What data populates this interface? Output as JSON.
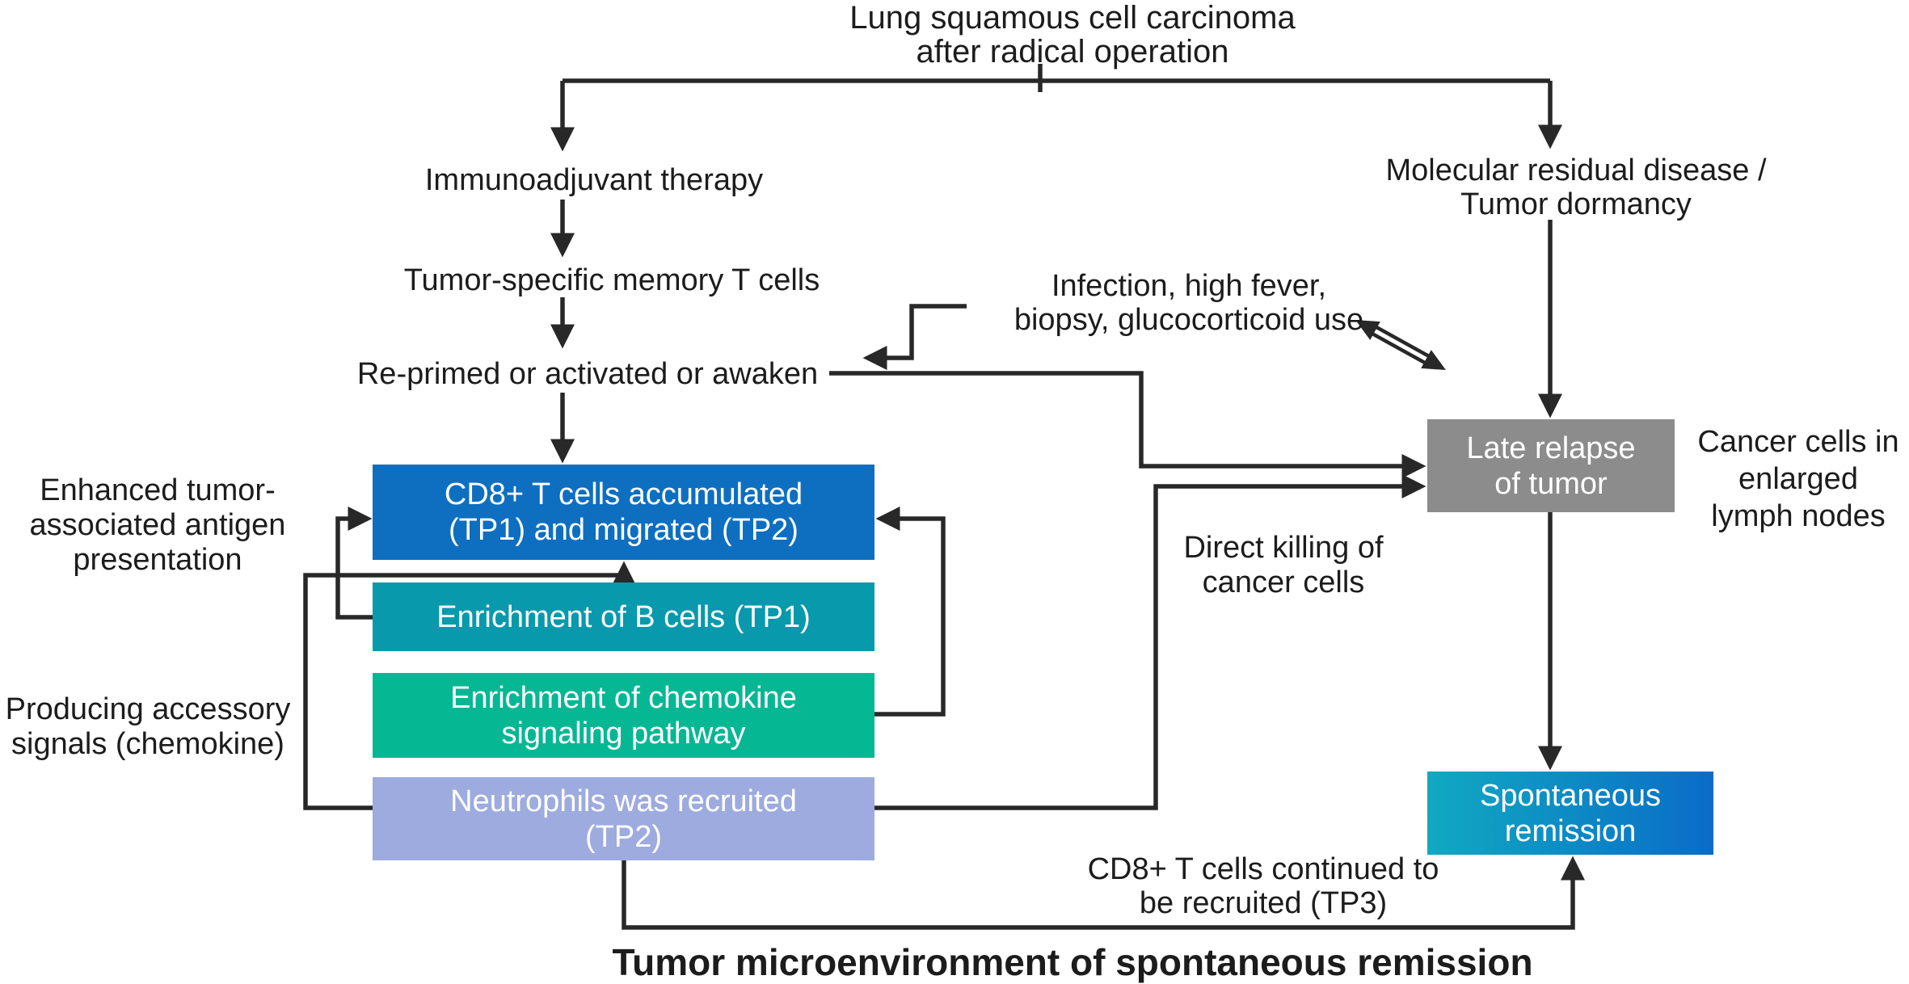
{
  "diagram": {
    "bottom_title": "Tumor microenvironment of spontaneous remission",
    "colors": {
      "line": "#282828",
      "text": "#1c1c1c",
      "box_text": "#ffffff",
      "cd8_box": "#0e6fc1",
      "bcell_box": "#0899ac",
      "chemokine_box": "#06b794",
      "neutrophil_box": "#9dabde",
      "late_relapse_box": "#8c8c8c",
      "spontaneous_gradient_start": "#11a9c1",
      "spontaneous_gradient_end": "#0a6cc8",
      "background": "#ffffff"
    },
    "nodes": {
      "lung": {
        "lines": [
          "Lung squamous cell carcinoma",
          "after radical operation"
        ]
      },
      "immunoadjuvant": {
        "label": "Immunoadjuvant therapy"
      },
      "memory_t": {
        "label": "Tumor-specific memory T cells"
      },
      "reprimed": {
        "label": "Re-primed or activated or awaken"
      },
      "mrd": {
        "lines": [
          "Molecular residual disease /",
          "Tumor dormancy"
        ]
      },
      "infection": {
        "lines": [
          "Infection, high fever,",
          "biopsy, glucocorticoid use"
        ]
      },
      "cd8_box": {
        "lines": [
          "CD8+ T cells accumulated",
          "(TP1) and migrated (TP2)"
        ]
      },
      "bcell_box": {
        "label": "Enrichment of B cells (TP1)"
      },
      "chemokine_box": {
        "lines": [
          "Enrichment of chemokine",
          "signaling pathway"
        ]
      },
      "neutrophil_box": {
        "lines": [
          "Neutrophils was recruited",
          "(TP2)"
        ]
      },
      "late_relapse_box": {
        "lines": [
          "Late relapse",
          "of tumor"
        ]
      },
      "spontaneous_box": {
        "lines": [
          "Spontaneous",
          "remission"
        ]
      },
      "enhanced": {
        "lines": [
          "Enhanced tumor-",
          "associated antigen",
          "presentation"
        ]
      },
      "producing": {
        "lines": [
          "Producing accessory",
          "signals (chemokine)"
        ]
      },
      "direct_killing": {
        "lines": [
          "Direct killing of",
          "cancer cells"
        ]
      },
      "cancer_cells": {
        "lines": [
          "Cancer cells in",
          "enlarged",
          "lymph nodes"
        ]
      },
      "cd8_continued": {
        "lines": [
          "CD8+ T cells continued to",
          "be recruited (TP3)"
        ]
      }
    }
  }
}
